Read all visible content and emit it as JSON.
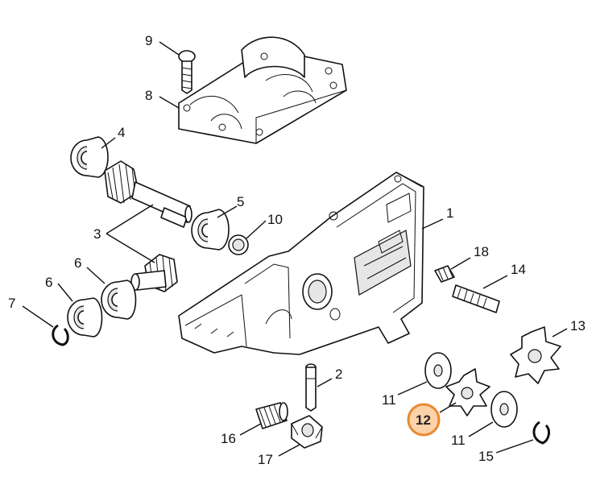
{
  "diagram": {
    "highlight_color": "#e8892f",
    "highlight_fill": "#fbd2a9",
    "highlighted_callout": "12",
    "callouts": [
      {
        "id": "1",
        "label": "1"
      },
      {
        "id": "2",
        "label": "2"
      },
      {
        "id": "3",
        "label": "3"
      },
      {
        "id": "4",
        "label": "4"
      },
      {
        "id": "5",
        "label": "5"
      },
      {
        "id": "6a",
        "label": "6"
      },
      {
        "id": "6b",
        "label": "6"
      },
      {
        "id": "7",
        "label": "7"
      },
      {
        "id": "8",
        "label": "8"
      },
      {
        "id": "9",
        "label": "9"
      },
      {
        "id": "10",
        "label": "10"
      },
      {
        "id": "11a",
        "label": "11"
      },
      {
        "id": "11b",
        "label": "11"
      },
      {
        "id": "12",
        "label": "12"
      },
      {
        "id": "13",
        "label": "13"
      },
      {
        "id": "14",
        "label": "14"
      },
      {
        "id": "15",
        "label": "15"
      },
      {
        "id": "16",
        "label": "16"
      },
      {
        "id": "17",
        "label": "17"
      },
      {
        "id": "18",
        "label": "18"
      }
    ]
  }
}
